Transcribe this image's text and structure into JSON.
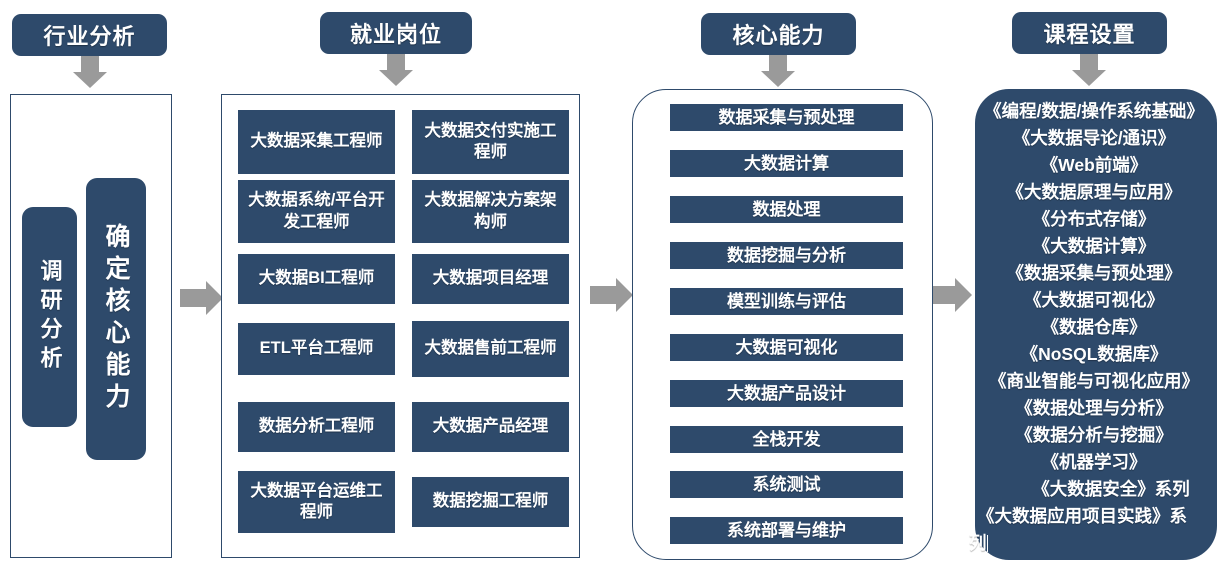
{
  "headers": [
    {
      "label": "行业分析"
    },
    {
      "label": "就业岗位"
    },
    {
      "label": "核心能力"
    },
    {
      "label": "课程设置"
    }
  ],
  "colors": {
    "brand_blue": "#2e4a6b",
    "arrow_grey": "#9a9a9a",
    "panel_white": "#ffffff"
  },
  "column1": {
    "items": [
      {
        "label": "调研分析"
      },
      {
        "label": "确定核心能力"
      }
    ]
  },
  "column2": {
    "left": [
      {
        "label": "大数据采集工程师"
      },
      {
        "label": "大数据系统/平台开发工程师"
      },
      {
        "label": "大数据BI工程师"
      },
      {
        "label": "ETL平台工程师"
      },
      {
        "label": "数据分析工程师"
      },
      {
        "label": "大数据平台运维工程师"
      }
    ],
    "right": [
      {
        "label": "大数据交付实施工程师"
      },
      {
        "label": "大数据解决方案架构师"
      },
      {
        "label": "大数据项目经理"
      },
      {
        "label": "大数据售前工程师"
      },
      {
        "label": "大数据产品经理"
      },
      {
        "label": "数据挖掘工程师"
      }
    ]
  },
  "column3": {
    "items": [
      {
        "label": "数据采集与预处理"
      },
      {
        "label": "大数据计算"
      },
      {
        "label": "数据处理"
      },
      {
        "label": "数据挖掘与分析"
      },
      {
        "label": "模型训练与评估"
      },
      {
        "label": "大数据可视化"
      },
      {
        "label": "大数据产品设计"
      },
      {
        "label": "全栈开发"
      },
      {
        "label": "系统测试"
      },
      {
        "label": "系统部署与维护"
      }
    ]
  },
  "column4": {
    "items": [
      {
        "label": "《编程/数据/操作系统基础》"
      },
      {
        "label": "《大数据导论/通识》"
      },
      {
        "label": "《Web前端》"
      },
      {
        "label": "《大数据原理与应用》"
      },
      {
        "label": "《分布式存储》"
      },
      {
        "label": "《大数据计算》"
      },
      {
        "label": "《数据采集与预处理》"
      },
      {
        "label": "《大数据可视化》"
      },
      {
        "label": "《数据仓库》"
      },
      {
        "label": "《NoSQL数据库》"
      },
      {
        "label": "《商业智能与可视化应用》"
      },
      {
        "label": "《数据处理与分析》"
      },
      {
        "label": "《数据分析与挖掘》"
      },
      {
        "label": "《机器学习》"
      },
      {
        "label": "《大数据安全》系列"
      },
      {
        "label": "《大数据应用项目实践》系"
      },
      {
        "label": "列"
      }
    ]
  },
  "arrows": {
    "down_icon": "arrow-down-icon",
    "right_icon": "arrow-right-icon"
  }
}
